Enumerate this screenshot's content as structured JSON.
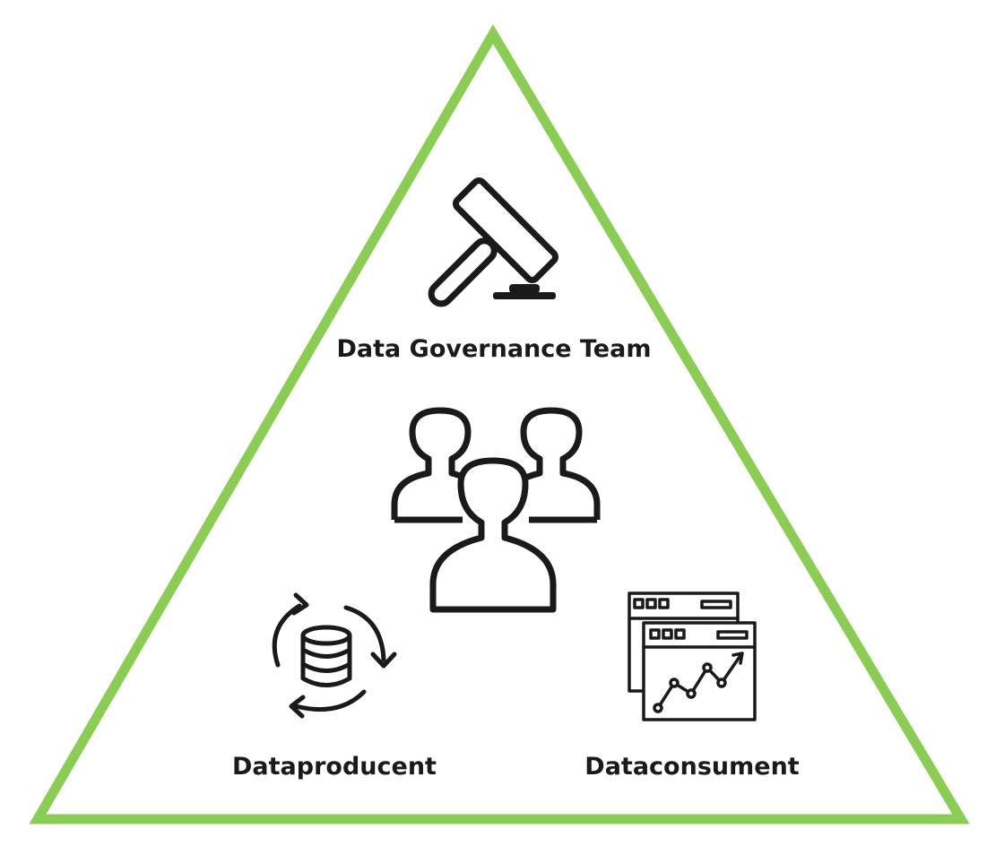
{
  "diagram": {
    "top_label": "Data Governance Team",
    "left_label": "Dataproducent",
    "right_label": "Dataconsument"
  },
  "icons": {
    "top": "gavel-icon",
    "center": "people-group-icon",
    "left": "database-sync-icon",
    "right": "dashboard-chart-icon"
  },
  "colors": {
    "triangle_stroke": "#8bcc55",
    "icon_stroke": "#1a1a1a",
    "text": "#1a1a1a",
    "background": "#ffffff"
  }
}
